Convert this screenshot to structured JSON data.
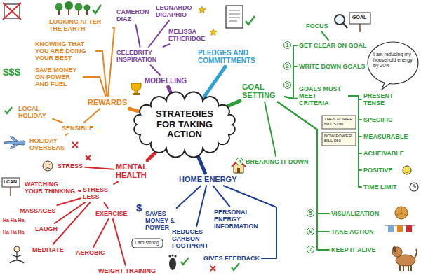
{
  "diagram": {
    "nodes": [
      {
        "text": [
          "STRATEGIES FOR TAKING ACTION"
        ]
      },
      {
        "text": [
          "GOAL SETTING"
        ]
      },
      {
        "text": [
          "FOCUS"
        ]
      },
      {
        "text": [
          "GET CLEAR ON GOAL"
        ]
      },
      {
        "text": [
          "WRITE DOWN GOALS"
        ]
      },
      {
        "text": [
          "GOALS MUST MEET CRITERIA"
        ]
      },
      {
        "text": [
          "PRESENT TENSE"
        ]
      },
      {
        "text": [
          "SPECIFIC"
        ]
      },
      {
        "text": [
          "MEASURABLE"
        ]
      },
      {
        "text": [
          "ACHEIVABLE"
        ]
      },
      {
        "text": [
          "POSITIVE"
        ]
      },
      {
        "text": [
          "TIME LIMIT"
        ]
      },
      {
        "text": [
          "BREAKING IT DOWN"
        ]
      },
      {
        "text": [
          "VISUALIZATION"
        ]
      },
      {
        "text": [
          "TAKE ACTION"
        ]
      },
      {
        "text": [
          "KEEP IT ALIVE"
        ]
      },
      {
        "text": [
          "HOME ENERGY"
        ]
      },
      {
        "text": [
          "SAVES MONEY & POWER"
        ]
      },
      {
        "text": [
          "REDUCES CARBON FOOTPRINT"
        ]
      },
      {
        "text": [
          "PERSONAL ENERGY INFORMATION"
        ]
      },
      {
        "text": [
          "GIVES FEEDBACK"
        ]
      },
      {
        "text": [
          "MENTAL HEALTH"
        ]
      },
      {
        "text": [
          "STRESS"
        ]
      },
      {
        "text": [
          "STRESS LESS"
        ]
      },
      {
        "text": [
          "WATCHING YOUR THINKING"
        ]
      },
      {
        "text": [
          "MASSAGES"
        ]
      },
      {
        "text": [
          "LAUGH"
        ]
      },
      {
        "text": [
          "MEDITATE"
        ]
      },
      {
        "text": [
          "EXERCISE"
        ]
      },
      {
        "text": [
          "AEROBIC"
        ]
      },
      {
        "text": [
          "WEIGHT TRAINING"
        ]
      },
      {
        "text": [
          "REWARDS"
        ]
      },
      {
        "text": [
          "SENSIBLE"
        ]
      },
      {
        "text": [
          "LOCAL HOLIDAY"
        ]
      },
      {
        "text": [
          "HOLIDAY OVERSEAS"
        ]
      },
      {
        "text": [
          "SAVE MONEY ON POWER AND FUEL"
        ]
      },
      {
        "text": [
          "KNOWING THAT YOU ARE DOING YOUR BEST"
        ]
      },
      {
        "text": [
          "LOOKING AFTER THE EARTH"
        ]
      },
      {
        "text": [
          "MODELLING"
        ]
      },
      {
        "text": [
          "CELEBRITY INSPIRATION"
        ]
      },
      {
        "text": [
          "CAMERON DIAZ"
        ]
      },
      {
        "text": [
          "LEONARDO DICAPRIO"
        ]
      },
      {
        "text": [
          "MELISSA ETHERIDGE"
        ]
      },
      {
        "text": [
          "PLEDGES AND COMMITTMENTS"
        ]
      }
    ],
    "edges": [
      {
        "from": 0,
        "to": 1,
        "arrow": "none"
      },
      {
        "from": 1,
        "to": 3,
        "arrow": "none"
      },
      {
        "from": 3,
        "to": 2,
        "arrow": "none"
      },
      {
        "from": 1,
        "to": 4,
        "arrow": "none"
      },
      {
        "from": 1,
        "to": 5,
        "arrow": "none"
      },
      {
        "from": 5,
        "to": 6,
        "arrow": "none"
      },
      {
        "from": 5,
        "to": 7,
        "arrow": "none"
      },
      {
        "from": 5,
        "to": 8,
        "arrow": "none"
      },
      {
        "from": 5,
        "to": 9,
        "arrow": "none"
      },
      {
        "from": 5,
        "to": 10,
        "arrow": "none"
      },
      {
        "from": 5,
        "to": 11,
        "arrow": "none"
      },
      {
        "from": 1,
        "to": 12,
        "arrow": "none"
      },
      {
        "from": 1,
        "to": 13,
        "arrow": "none"
      },
      {
        "from": 1,
        "to": 14,
        "arrow": "none"
      },
      {
        "from": 1,
        "to": 15,
        "arrow": "none"
      },
      {
        "from": 0,
        "to": 16,
        "arrow": "none"
      },
      {
        "from": 16,
        "to": 17,
        "arrow": "none"
      },
      {
        "from": 16,
        "to": 18,
        "arrow": "none"
      },
      {
        "from": 16,
        "to": 19,
        "arrow": "none"
      },
      {
        "from": 16,
        "to": 20,
        "arrow": "none"
      },
      {
        "from": 0,
        "to": 21,
        "arrow": "none"
      },
      {
        "from": 21,
        "to": 22,
        "arrow": "none"
      },
      {
        "from": 21,
        "to": 23,
        "arrow": "none"
      },
      {
        "from": 23,
        "to": 24,
        "arrow": "none"
      },
      {
        "from": 23,
        "to": 25,
        "arrow": "none"
      },
      {
        "from": 23,
        "to": 26,
        "arrow": "none"
      },
      {
        "from": 23,
        "to": 27,
        "arrow": "none"
      },
      {
        "from": 23,
        "to": 28,
        "arrow": "none"
      },
      {
        "from": 28,
        "to": 29,
        "arrow": "none"
      },
      {
        "from": 28,
        "to": 30,
        "arrow": "none"
      },
      {
        "from": 0,
        "to": 31,
        "arrow": "none"
      },
      {
        "from": 31,
        "to": 32,
        "arrow": "none"
      },
      {
        "from": 32,
        "to": 33,
        "arrow": "none"
      },
      {
        "from": 32,
        "to": 34,
        "arrow": "none"
      },
      {
        "from": 31,
        "to": 35,
        "arrow": "none"
      },
      {
        "from": 31,
        "to": 36,
        "arrow": "none"
      },
      {
        "from": 31,
        "to": 37,
        "arrow": "none"
      },
      {
        "from": 0,
        "to": 38,
        "arrow": "none"
      },
      {
        "from": 38,
        "to": 39,
        "arrow": "none"
      },
      {
        "from": 39,
        "to": 40,
        "arrow": "none"
      },
      {
        "from": 39,
        "to": 41,
        "arrow": "none"
      },
      {
        "from": 39,
        "to": 42,
        "arrow": "none"
      },
      {
        "from": 0,
        "to": 43,
        "arrow": "none"
      }
    ],
    "labels": [
      "1",
      "2",
      "3",
      "4",
      "5",
      "6",
      "7",
      "GOAL",
      "I am reducing my household energy by 20%",
      "THEN POWER BILL $100",
      "NOW POWER BILL $60",
      "$$$",
      "I CAN",
      "Ha Ha Ha",
      "Ha Ha Ha",
      "I am strong",
      "$"
    ]
  }
}
